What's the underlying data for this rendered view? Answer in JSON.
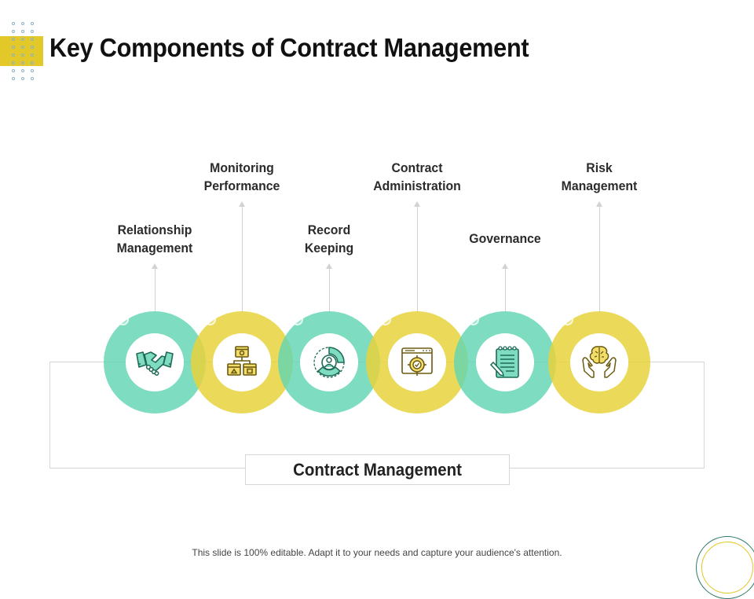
{
  "slide": {
    "title": "Key Components of Contract Management",
    "center_label": "Contract Management",
    "footer": "This slide is 100% editable. Adapt it to your needs and capture your audience's attention.",
    "colors": {
      "green": "#62d6b2",
      "yellow": "#e8d23c",
      "accent_block": "#e2c828",
      "icon_green": "#1f6b57",
      "icon_yellow": "#6b5a10"
    }
  },
  "components": [
    {
      "label_line1": "Relationship",
      "label_line2": "Management",
      "icon": "handshake-icon",
      "color": "green"
    },
    {
      "label_line1": "Monitoring",
      "label_line2": "Performance",
      "icon": "hierarchy-icon",
      "color": "yellow"
    },
    {
      "label_line1": "Record",
      "label_line2": "Keeping",
      "icon": "user-chart-icon",
      "color": "green"
    },
    {
      "label_line1": "Contract",
      "label_line2": "Administration",
      "icon": "target-browser-icon",
      "color": "yellow"
    },
    {
      "label_line1": "Governance",
      "label_line2": "",
      "icon": "notepad-icon",
      "color": "green"
    },
    {
      "label_line1": "Risk",
      "label_line2": "Management",
      "icon": "brain-hands-icon",
      "color": "yellow"
    }
  ]
}
